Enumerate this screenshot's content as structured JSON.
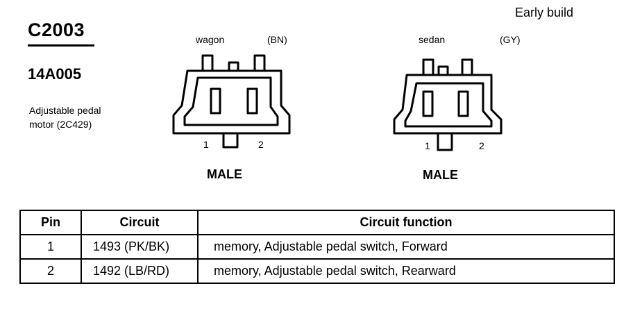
{
  "connector": {
    "id": "C2003",
    "part_number": "14A005",
    "description_line1": "Adjustable pedal",
    "description_line2": "motor (2C429)",
    "build": "Early build"
  },
  "views": [
    {
      "variant": "wagon",
      "color_code": "(BN)",
      "gender": "MALE",
      "pin1": "1",
      "pin2": "2"
    },
    {
      "variant": "sedan",
      "color_code": "(GY)",
      "gender": "MALE",
      "pin1": "1",
      "pin2": "2"
    }
  ],
  "table": {
    "headers": {
      "pin": "Pin",
      "circuit": "Circuit",
      "function": "Circuit function"
    },
    "rows": [
      {
        "pin": "1",
        "circuit": "1493 (PK/BK)",
        "function": "memory, Adjustable pedal switch, Forward"
      },
      {
        "pin": "2",
        "circuit": "1492 (LB/RD)",
        "function": "memory, Adjustable pedal switch, Rearward"
      }
    ]
  }
}
